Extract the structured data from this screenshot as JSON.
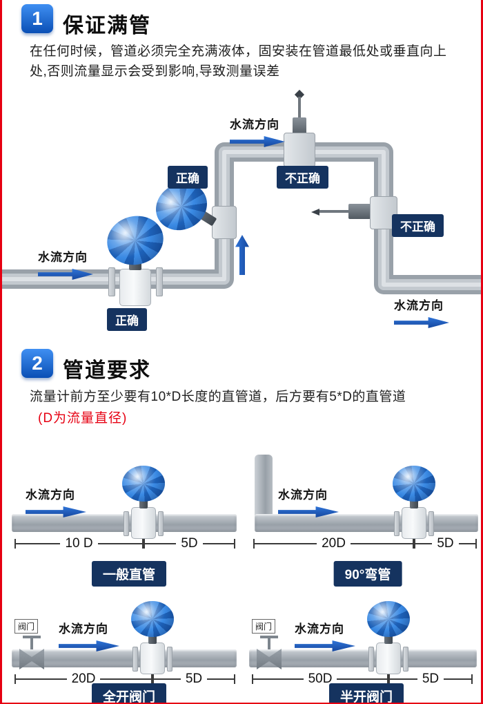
{
  "colors": {
    "page_border_red": "#e60012",
    "accent_blue": "#1266d3",
    "label_navy": "#15335f",
    "arrow_blue": "#1d5cc0",
    "note_red": "#e60012",
    "pipe_gray": "#99a1a9",
    "meter_blue": "#2f7fdc"
  },
  "section1": {
    "number": "1",
    "title": "保证满管",
    "description": "在任何时候，管道必须完全充满液体，固安装在管道最低处或垂直向上处,否则流量显示会受到影响,导致测量误差",
    "flow_label_top": "水流方向",
    "flow_label_left": "水流方向",
    "flow_label_bottom_right": "水流方向",
    "tag_correct_mid": "正确",
    "tag_incorrect_top": "不正确",
    "tag_incorrect_right": "不正确",
    "tag_correct_bottom": "正确"
  },
  "section2": {
    "number": "2",
    "title": "管道要求",
    "description": "流量计前方至少要有10*D长度的直管道，后方要有5*D的直管道",
    "note": "(D为流量直径)",
    "diagrams": [
      {
        "flow_label": "水流方向",
        "front_dim": "10 D",
        "back_dim": "5D",
        "caption": "一般直管"
      },
      {
        "flow_label": "水流方向",
        "front_dim": "20D",
        "back_dim": "5D",
        "caption": "90°弯管"
      },
      {
        "flow_label": "水流方向",
        "front_dim": "20D",
        "back_dim": "5D",
        "caption": "全开阀门",
        "valve_label": "阀门"
      },
      {
        "flow_label": "水流方向",
        "front_dim": "50D",
        "back_dim": "5D",
        "caption": "半开阀门",
        "valve_label": "阀门"
      }
    ]
  }
}
